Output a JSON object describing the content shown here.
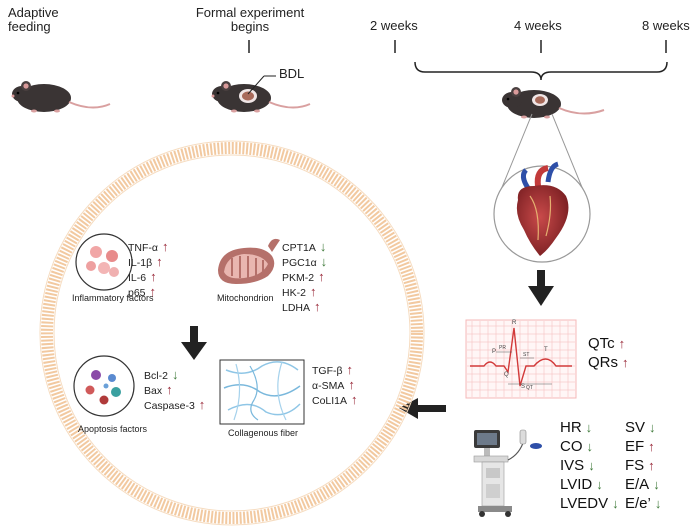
{
  "timeline": {
    "labels": [
      {
        "line1": "Adaptive",
        "line2": "feeding"
      },
      {
        "line1": "Formal experiment",
        "line2": "begins"
      },
      {
        "line1": "2 weeks",
        "line2": ""
      },
      {
        "line1": "4 weeks",
        "line2": ""
      },
      {
        "line1": "8 weeks",
        "line2": ""
      }
    ]
  },
  "bdl_label": "BDL",
  "inflammatory": {
    "caption": "Inflammatory factors",
    "markers": [
      {
        "name": "TNF-α",
        "dir": "up"
      },
      {
        "name": "IL-1β",
        "dir": "up"
      },
      {
        "name": "IL-6",
        "dir": "up"
      },
      {
        "name": "p65",
        "dir": "up"
      }
    ]
  },
  "mitochondrion": {
    "caption": "Mitochondrion",
    "markers": [
      {
        "name": "CPT1A",
        "dir": "down"
      },
      {
        "name": "PGC1α",
        "dir": "down"
      },
      {
        "name": "PKM-2",
        "dir": "up"
      },
      {
        "name": "HK-2",
        "dir": "up"
      },
      {
        "name": "LDHA",
        "dir": "up"
      }
    ]
  },
  "apoptosis": {
    "caption": "Apoptosis factors",
    "markers": [
      {
        "name": "Bcl-2",
        "dir": "down"
      },
      {
        "name": "Bax",
        "dir": "up"
      },
      {
        "name": "Caspase-3",
        "dir": "up"
      }
    ]
  },
  "collagen": {
    "caption": "Collagenous fiber",
    "markers": [
      {
        "name": "TGF-β",
        "dir": "up"
      },
      {
        "name": "α-SMA",
        "dir": "up"
      },
      {
        "name": "CoLI1A",
        "dir": "up"
      }
    ]
  },
  "ecg_markers": [
    {
      "name": "QTc",
      "dir": "up"
    },
    {
      "name": "QRs",
      "dir": "up"
    }
  ],
  "ecg_labels": {
    "p": "P",
    "r": "R",
    "q": "Q",
    "s": "S",
    "t": "T",
    "pr": "PR",
    "st": "ST",
    "qt": "QT"
  },
  "echo_left": [
    {
      "name": "HR",
      "dir": "down"
    },
    {
      "name": "CO",
      "dir": "down"
    },
    {
      "name": "IVS",
      "dir": "down"
    },
    {
      "name": "LVID",
      "dir": "down"
    },
    {
      "name": "LVEDV",
      "dir": "down"
    }
  ],
  "echo_right": [
    {
      "name": "SV",
      "dir": "down"
    },
    {
      "name": "EF",
      "dir": "up"
    },
    {
      "name": "FS",
      "dir": "up"
    },
    {
      "name": "E/A",
      "dir": "down"
    },
    {
      "name": "E/e’",
      "dir": "down"
    }
  ],
  "colors": {
    "up": "#9a2a3a",
    "down": "#3f7a3a",
    "ring": "#f2c9a0",
    "ecg_grid": "#f4b8b8",
    "ecg_line": "#d23a3a"
  }
}
